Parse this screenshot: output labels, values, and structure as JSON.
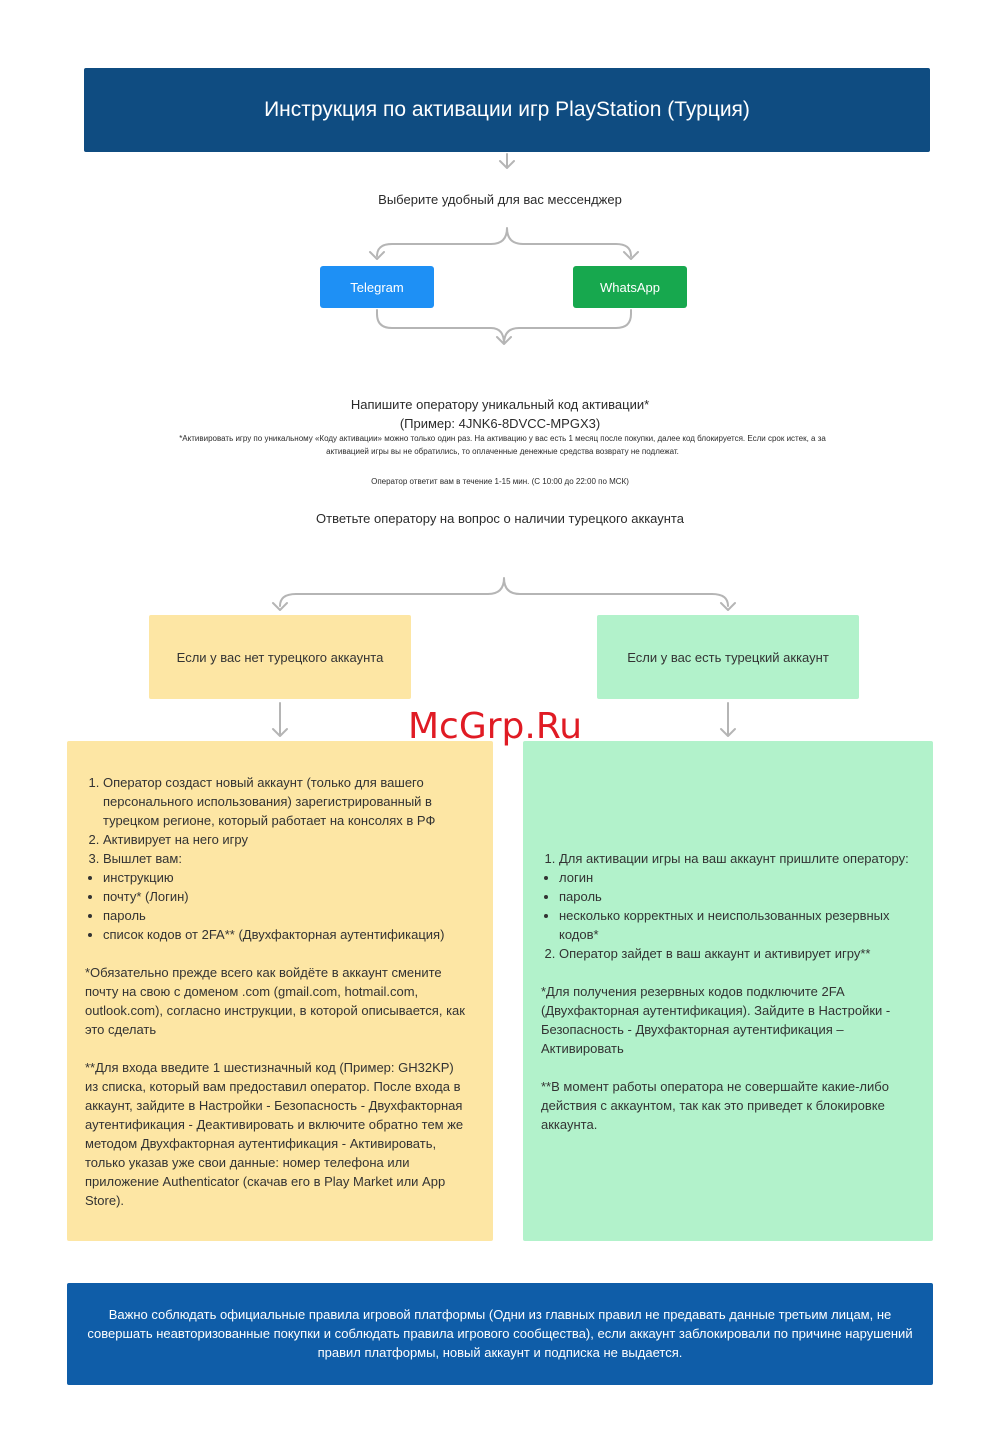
{
  "header": {
    "title": "Инструкция по активации игр PlayStation (Турция)"
  },
  "step1": {
    "text": "Выберите удобный для вас мессенджер"
  },
  "messengers": {
    "telegram": "Telegram",
    "whatsapp": "WhatsApp",
    "colors": {
      "telegram": "#1e90f5",
      "whatsapp": "#17a84e"
    }
  },
  "step2": {
    "line1": "Напишите оператору уникальный код активации*",
    "line2": "(Пример: 4JNK6-8DVCC-MPGX3)",
    "note": "*Активировать игру по уникальному «Коду активации» можно только один раз. На активацию у вас есть 1 месяц после покупки, далее код блокируется. Если срок истек, а за активацией игры вы не обратились, то оплаченные денежные средства возврату не подлежат.",
    "response_time": "Оператор ответит вам в течение 1-15 мин.  (С 10:00 до 22:00 по МСК)"
  },
  "step3": {
    "text": "Ответьте оператору на вопрос о наличии турецкого аккаунта"
  },
  "choices": {
    "no_account": "Если у вас нет турецкого аккаунта",
    "has_account": "Если у вас есть турецкий аккаунт"
  },
  "left_panel": {
    "ol1": [
      "Оператор создаст новый аккаунт (только для вашего персонального использования) зарегистрированный в турецком регионе, который работает на консолях в РФ",
      "Активирует на него игру",
      "Вышлет вам:"
    ],
    "ul": [
      "инструкцию",
      "почту* (Логин)",
      "пароль",
      "список кодов от 2FA** (Двухфакторная аутентификация)"
    ],
    "note1": "*Обязательно прежде всего как войдёте в аккаунт смените почту на свою с доменом .com (gmail.com, hotmail.com, outlook.com), согласно инструкции, в которой описывается, как это сделать",
    "note2": "**Для входа введите 1 шестизначный код (Пример: GH32KP) из списка, который вам предоставил оператор. После входа в аккаунт, зайдите в Настройки - Безопасность - Двухфакторная аутентификация - Деактивировать и включите обратно тем же методом Двухфакторная аутентификация - Активировать, только указав уже свои данные: номер телефона или приложение Authenticator (скачав его в Play Market или App Store)."
  },
  "right_panel": {
    "ol1": "Для активации игры на ваш аккаунт пришлите оператору:",
    "ul": [
      "логин",
      "пароль",
      "несколько корректных и неиспользованных резервных кодов*"
    ],
    "ol2": "Оператор зайдет в ваш аккаунт и активирует игру**",
    "note1": "*Для получения резервных кодов подключите 2FA (Двухфакторная аутентификация). Зайдите в Настройки - Безопасность - Двухфакторная аутентификация – Активировать",
    "note2": "**В момент работы оператора не совершайте какие-либо действия с аккаунтом, так как это приведет к блокировке аккаунта."
  },
  "footer": {
    "text": "Важно соблюдать официальные правила игровой платформы (Одни из главных правил не предавать данные третьим лицам, не совершать неавторизованные покупки и соблюдать правила игрового сообщества), если аккаунт заблокировали по причине нарушений правил платформы, новый аккаунт и подписка не выдается."
  },
  "watermark": "McGrp.Ru",
  "colors": {
    "header_bg": "#0f4c81",
    "footer_bg": "#0f5da8",
    "yellow": "#fde6a4",
    "green": "#b2f2cb",
    "connector": "#b5b5b5"
  }
}
